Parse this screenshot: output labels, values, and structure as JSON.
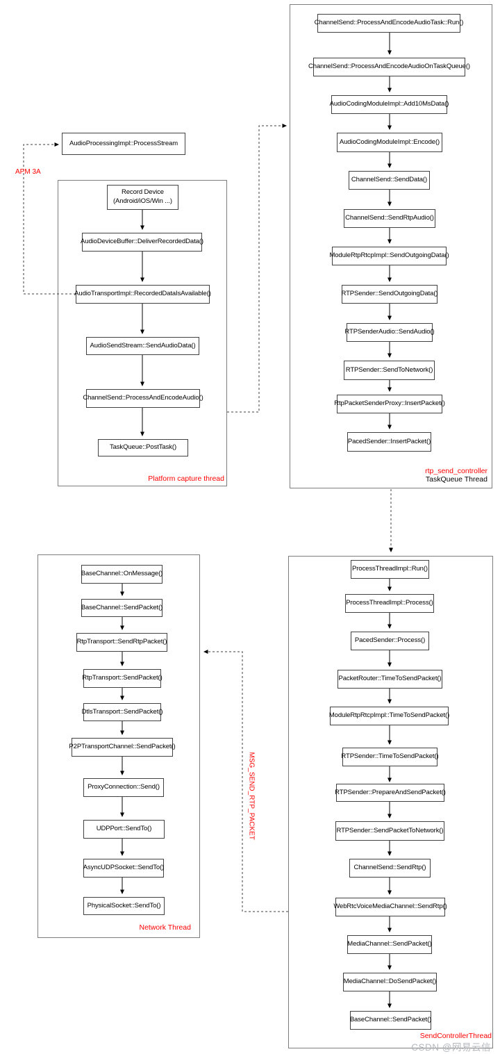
{
  "apm": {
    "box": "AudioProcessingImpl::ProcessStream",
    "tag": "APM 3A"
  },
  "msg_tag": "MSG_SEND_RTP_PACKET",
  "watermark": "CSDN @网易云信",
  "colors": {
    "accent_red": "#ff0000",
    "line": "#444444",
    "watermark_gray": "#b3b8bd"
  },
  "containers": {
    "capture": {
      "label": "Platform capture thread",
      "nodes": [
        "Record Device\n(Android/iOS/Win ...)",
        "AudioDeviceBuffer::DeliverRecordedData()",
        "AudioTransportImpl::RecordedDataIsAvailable()",
        "AudioSendStream::SendAudioData()",
        "ChannelSend::ProcessAndEncodeAudio()",
        "TaskQueue::PostTask()"
      ]
    },
    "rtp_send": {
      "label": "rtp_send_controller",
      "sublabel": "TaskQueue Thread",
      "nodes": [
        "ChannelSend::ProcessAndEncodeAudioTask::Run()",
        "ChannelSend::ProcessAndEncodeAudioOnTaskQueue()",
        "AudioCodingModuleImpl::Add10MsData()",
        "AudioCodingModuleImpl::Encode()",
        "ChannelSend::SendData()",
        "ChannelSend::SendRtpAudio()",
        "ModuleRtpRtcpImpl::SendOutgoingData()",
        "RTPSender::SendOutgoingData()",
        "RTPSenderAudio::SendAudio()",
        "RTPSender::SendToNetwork()",
        "RtpPacketSenderProxy::InsertPacket()",
        "PacedSender::InsertPacket()"
      ]
    },
    "network": {
      "label": "Network Thread",
      "nodes": [
        "BaseChannel::OnMessage()",
        "BaseChannel::SendPacket()",
        "RtpTransport::SendRtpPacket()",
        "RtpTransport::SendPacket()",
        "DtlsTransport::SendPacket()",
        "P2PTransportChannel::SendPacket()",
        "ProxyConnection::Send()",
        "UDPPort::SendTo()",
        "AsyncUDPSocket::SendTo()",
        "PhysicalSocket::SendTo()"
      ]
    },
    "send_controller": {
      "label": "SendControllerThread",
      "nodes": [
        "ProcessThreadImpl::Run()",
        "ProcessThreadImpl::Process()",
        "PacedSender::Process()",
        "PacketRouter::TimeToSendPacket()",
        "ModuleRtpRtcpImpl::TimeToSendPacket()",
        "RTPSender::TimeToSendPacket()",
        "RTPSender::PrepareAndSendPacket()",
        "RTPSender::SendPacketToNetwork()",
        "ChannelSend::SendRtp()",
        "WebRtcVoiceMediaChannel::SendRtp()",
        "MediaChannel::SendPacket()",
        "MediaChannel::DoSendPacket()",
        "BaseChannel::SendPacket()"
      ]
    }
  }
}
